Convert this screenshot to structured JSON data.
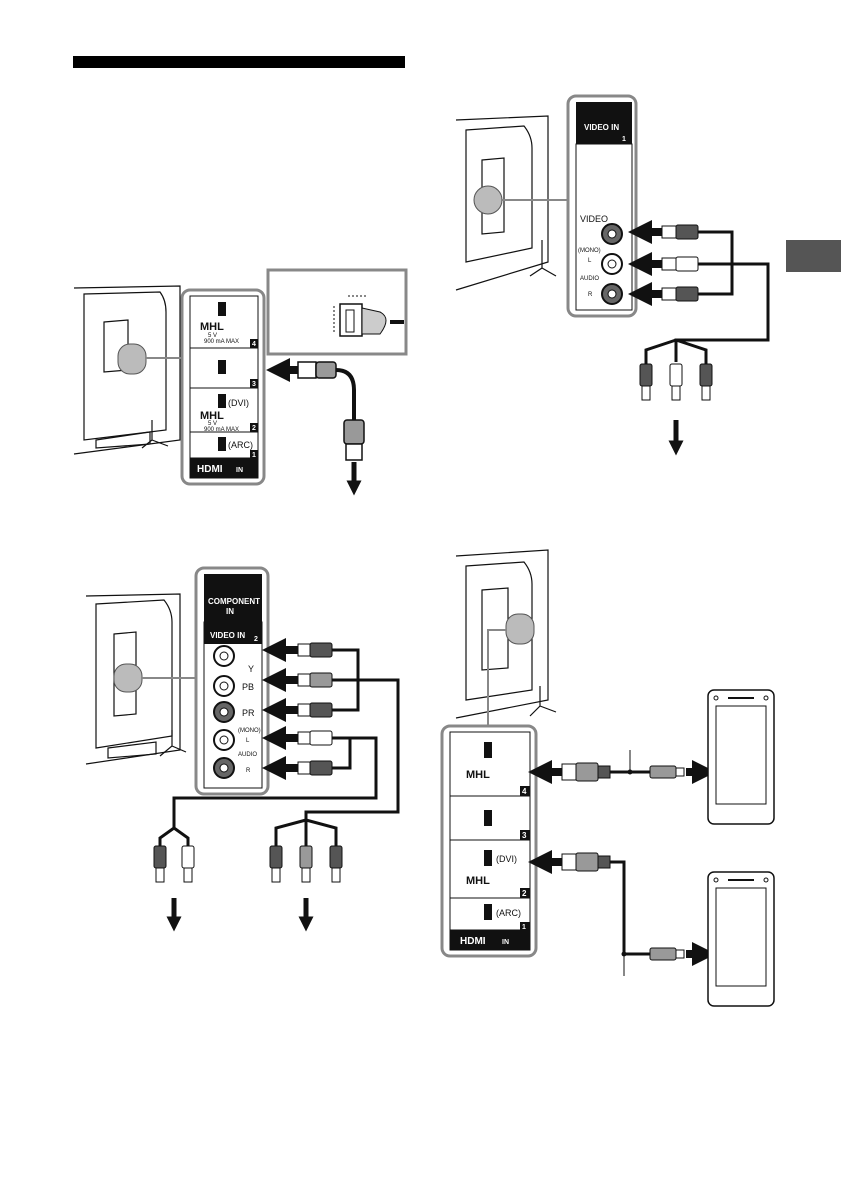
{
  "hdmi_panel_top": {
    "mhl": "MHL",
    "mhl_power": "5 V",
    "mhl_current": "900 mA MAX",
    "port_numbers": [
      "4",
      "3",
      "2",
      "1"
    ],
    "dvi_label": "(DVI)",
    "arc_label": "(ARC)",
    "logo": "HDMI",
    "in_label": "IN"
  },
  "video_panel": {
    "header_label": "VIDEO IN",
    "port_number": "1",
    "video_label": "VIDEO",
    "mono_label": "(MONO)",
    "l_label": "L",
    "audio_label": "AUDIO",
    "r_label": "R"
  },
  "component_panel": {
    "header_label": "COMPONENT",
    "header_sub": "IN",
    "video_in_label": "VIDEO IN",
    "port_number": "2",
    "y_label": "Y",
    "pb_label": "PB",
    "pr_label": "PR",
    "mono_label": "(MONO)",
    "l_label": "L",
    "audio_label": "AUDIO",
    "r_label": "R"
  },
  "hdmi_panel_bottom": {
    "mhl": "MHL",
    "port_numbers": [
      "4",
      "3",
      "2",
      "1"
    ],
    "dvi_label": "(DVI)",
    "arc_label": "(ARC)",
    "logo": "HDMI",
    "in_label": "IN"
  }
}
